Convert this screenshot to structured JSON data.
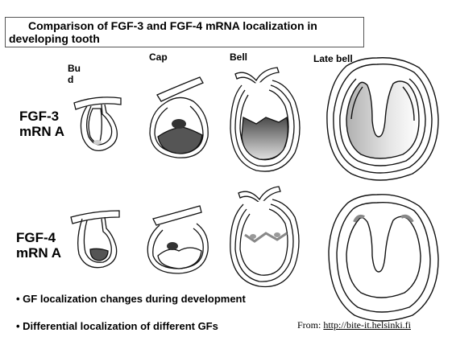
{
  "slide": {
    "title": "Comparison of FGF-3 and FGF-4 mRNA localization in developing tooth",
    "stages": [
      "Bu d",
      "Cap",
      "Bell",
      "Late bell"
    ],
    "rows": [
      {
        "label": "FGF-3 mRN A"
      },
      {
        "label": "FGF-4 mRN A"
      }
    ],
    "bullets": [
      "• GF localization changes during development",
      "• Differential localization of different GFs"
    ],
    "credit_prefix": "From:",
    "credit_link": "http://bite-it.helsinki.fi"
  },
  "colors": {
    "shading_dark": "#555555",
    "shading_light": "#cfcfcf",
    "outline": "#111111"
  }
}
